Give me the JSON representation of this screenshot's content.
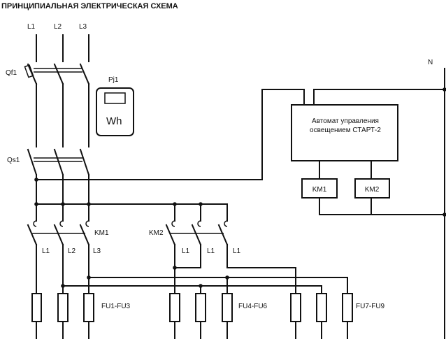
{
  "title": "ПРИНЦИПИАЛЬНАЯ ЭЛЕКТРИЧЕСКАЯ СХЕМА",
  "phases": [
    "L1",
    "L2",
    "L3"
  ],
  "neutral": "N",
  "qf1": "Qf1",
  "qs1": "Qs1",
  "meter": {
    "name": "Pj1",
    "unit": "Wh"
  },
  "controller": {
    "line1": "Автомат управления",
    "line2": "освещением  СТАРТ-2"
  },
  "contactors": {
    "km1": "KM1",
    "km2": "KM2"
  },
  "km1_outputs": [
    "L1",
    "L2",
    "L3"
  ],
  "km2_outputs": [
    "L1",
    "L1",
    "L1"
  ],
  "fuse_groups": [
    "FU1-FU3",
    "FU4-FU6",
    "FU7-FU9"
  ]
}
